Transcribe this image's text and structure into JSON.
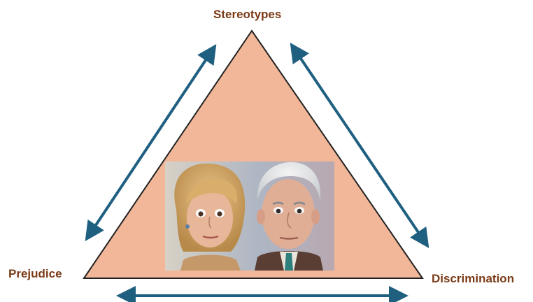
{
  "diagram": {
    "labels": {
      "top": "Stereotypes",
      "left": "Prejudice",
      "right": "Discrimination"
    },
    "colors": {
      "label": "#7a3b17",
      "triangle_fill": "#f2b799",
      "triangle_stroke": "#222222",
      "arrow": "#1f5f80"
    }
  }
}
